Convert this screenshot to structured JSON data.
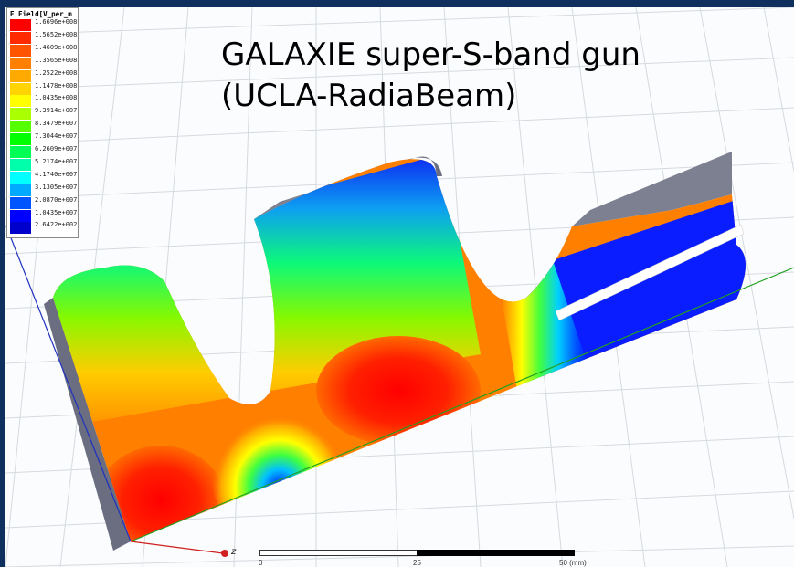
{
  "title": {
    "line1": "GALAXIE super-S-band gun",
    "line2": "(UCLA-RadiaBeam)"
  },
  "legend": {
    "title": "E Field[V_per_m",
    "entries": [
      {
        "label": "1.6696e+008",
        "color": "#ff0000"
      },
      {
        "label": "1.5652e+008",
        "color": "#ff2a00"
      },
      {
        "label": "1.4609e+008",
        "color": "#ff5500"
      },
      {
        "label": "1.3565e+008",
        "color": "#ff8000"
      },
      {
        "label": "1.2522e+008",
        "color": "#ffaa00"
      },
      {
        "label": "1.1478e+008",
        "color": "#ffd400"
      },
      {
        "label": "1.0435e+008",
        "color": "#ffff00"
      },
      {
        "label": "9.3914e+007",
        "color": "#aaff00"
      },
      {
        "label": "8.3479e+007",
        "color": "#55ff00"
      },
      {
        "label": "7.3044e+007",
        "color": "#00ff00"
      },
      {
        "label": "6.2609e+007",
        "color": "#00ff55"
      },
      {
        "label": "5.2174e+007",
        "color": "#00ffaa"
      },
      {
        "label": "4.1740e+007",
        "color": "#00ffff"
      },
      {
        "label": "3.1305e+007",
        "color": "#00aaff"
      },
      {
        "label": "2.0870e+007",
        "color": "#0055ff"
      },
      {
        "label": "1.0435e+007",
        "color": "#0000ff"
      },
      {
        "label": "2.6422e+002",
        "color": "#0000cc"
      }
    ]
  },
  "axis": {
    "z_label": "z"
  },
  "scale": {
    "start": "0",
    "mid": "25",
    "end": "50 (mm)"
  }
}
